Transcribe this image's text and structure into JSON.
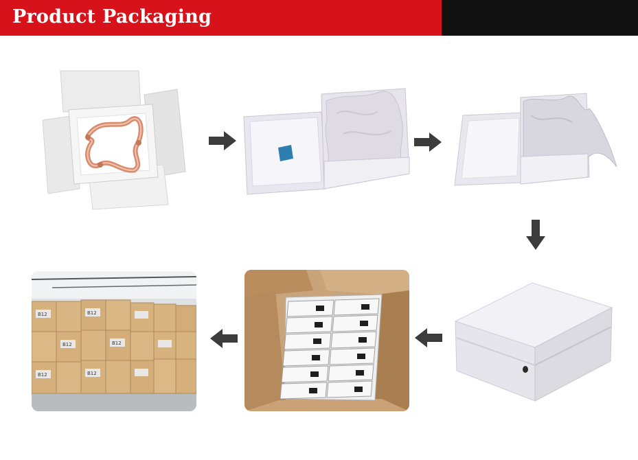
{
  "header": {
    "title": "Product Packaging",
    "accent_color": "#d8121a",
    "secondary_color": "#111111"
  },
  "steps": [
    {
      "icon": "product-in-open-box-icon"
    },
    {
      "icon": "gift-box-with-tissue-icon"
    },
    {
      "icon": "lid-box-with-tissue-icon"
    },
    {
      "icon": "closed-white-box-icon"
    },
    {
      "icon": "boxes-in-carton-icon"
    },
    {
      "icon": "warehouse-stacked-cartons-icon"
    }
  ],
  "arrows": [
    "right",
    "right",
    "down",
    "left",
    "left"
  ],
  "carton_labels": [
    "B12",
    "B12",
    "B12",
    "B12",
    "B12",
    "B12"
  ]
}
